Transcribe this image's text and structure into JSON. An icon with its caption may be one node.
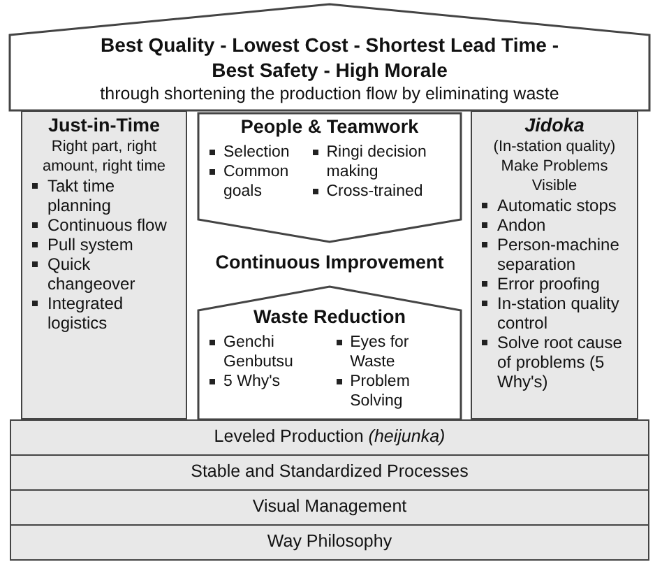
{
  "diagram": {
    "nodes": [
      {
        "text": [
          "Best Quality - Lowest Cost - Shortest Lead Time - Best Safety - High Morale",
          "through shortening the production flow by eliminating waste"
        ]
      },
      {
        "text": [
          "Just-in-Time",
          "Right part, right amount, right time",
          "Takt time planning",
          "Continuous flow",
          "Pull system",
          "Quick changeover",
          "Integrated logistics"
        ]
      },
      {
        "text": [
          "People & Teamwork",
          "Selection",
          "Common goals",
          "Ringi decision making",
          "Cross-trained"
        ]
      },
      {
        "text": [
          "Waste Reduction",
          "Genchi Genbutsu",
          "5 Why's",
          "Eyes for Waste",
          "Problem Solving"
        ]
      },
      {
        "text": [
          "Jidoka",
          "(In-station quality)",
          "Make Problems Visible",
          "Automatic stops",
          "Andon",
          "Person-machine separation",
          "Error proofing",
          "In-station quality control",
          "Solve root cause of problems (5 Why's)"
        ]
      },
      {
        "text": [
          "Leveled Production *(heijunka)*"
        ]
      },
      {
        "text": [
          "Stable and Standardized Processes"
        ]
      },
      {
        "text": [
          "Visual Management"
        ]
      },
      {
        "text": [
          "Way Philosophy"
        ]
      }
    ],
    "edges": [],
    "labels": [
      "Continuous Improvement"
    ]
  }
}
